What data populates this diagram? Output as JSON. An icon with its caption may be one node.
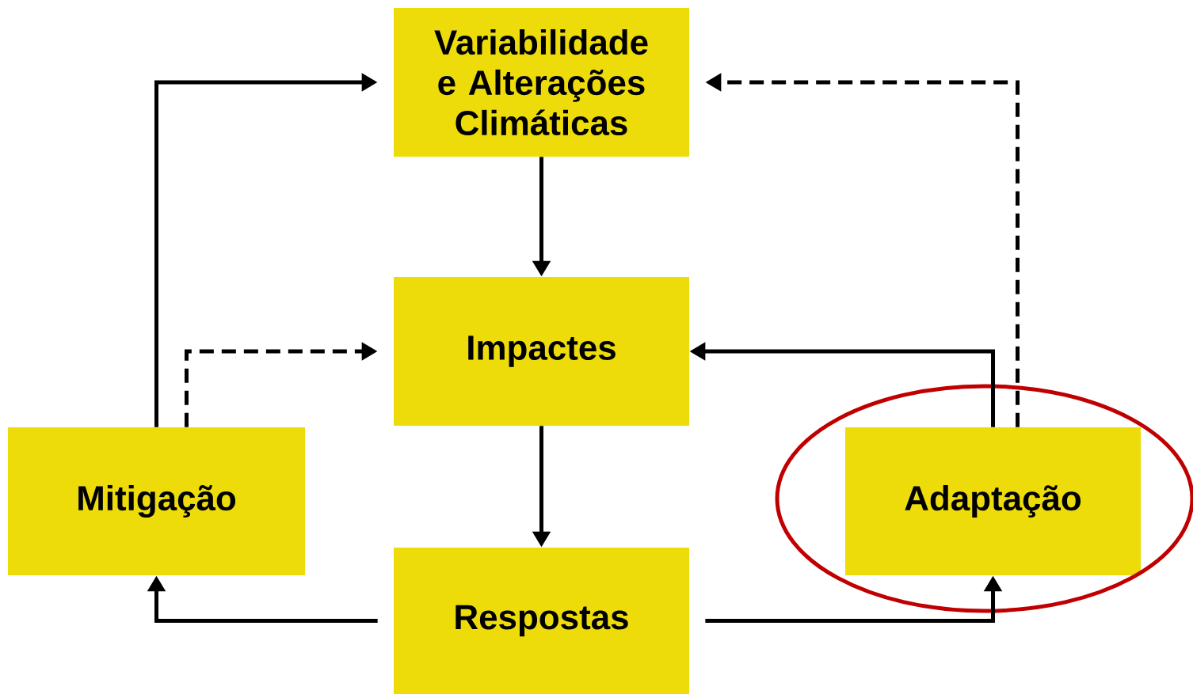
{
  "diagram": {
    "nodes": [
      {
        "text": [
          "Variabilidade e Alterações Climáticas"
        ]
      },
      {
        "text": [
          "Impactes"
        ]
      },
      {
        "text": [
          "Respostas"
        ]
      },
      {
        "text": [
          "Mitigação"
        ]
      },
      {
        "text": [
          "Adaptação"
        ]
      }
    ],
    "edges": [
      {
        "from": 0,
        "to": 1,
        "arrow": "to"
      },
      {
        "from": 1,
        "to": 2,
        "arrow": "to"
      },
      {
        "from": 2,
        "to": 3,
        "arrow": "to"
      },
      {
        "from": 2,
        "to": 4,
        "arrow": "to"
      },
      {
        "from": 3,
        "to": 0,
        "arrow": "to"
      },
      {
        "from": 3,
        "to": 1,
        "arrow": "to",
        "style": "dashed"
      },
      {
        "from": 4,
        "to": 1,
        "arrow": "to"
      },
      {
        "from": 4,
        "to": 0,
        "arrow": "to",
        "style": "dashed"
      }
    ]
  }
}
